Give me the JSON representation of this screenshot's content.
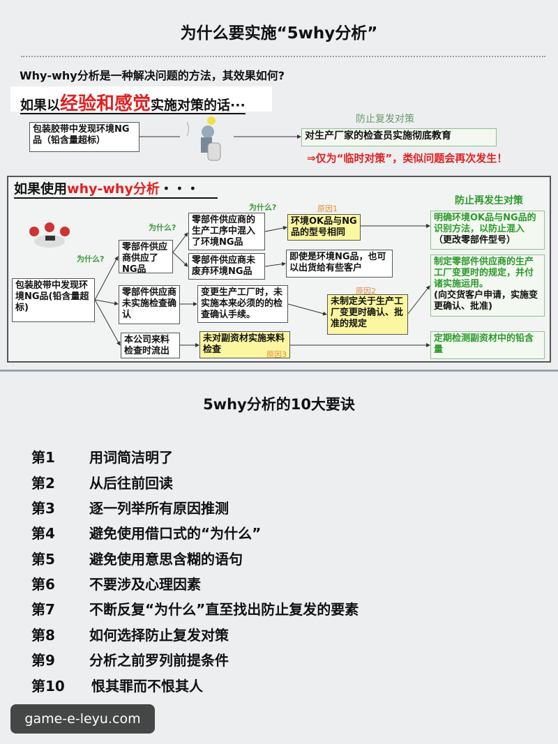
{
  "top": {
    "title": "为什么要实施“5why分析”",
    "question": "Why-why分析是一种解决问题的方法，其效果如何?",
    "exp_prefix": "如果以",
    "exp_red": "经验和感觉",
    "exp_suffix": "实施对策的话···",
    "problem": "包装胶带中发现环境NG品（铅含量超标）",
    "measure_label": "防止复发对策",
    "measure": "对生产厂家的检查员实施彻底教育",
    "warning": "⇒仅为“临时对策”，类似问题会再次发生！"
  },
  "panel": {
    "title_prefix": "如果使用",
    "title_red": "why-why分析",
    "title_suffix": "・・・",
    "why": "为什么?",
    "root": "包装胶带中发现环境NG品(铅含量超标)",
    "l1": [
      "零部件供应商供应了NG品",
      "零部件供应商未实施检查确认",
      "本公司来料检查时流出"
    ],
    "l2": [
      "零部件供应商的生产工序中混入了环境NG品",
      "零部件供应商未废弃环境NG品",
      "变更生产工厂时，未实施本来必须的的检查确认手续。",
      "未对副资材实施来料检查"
    ],
    "l3": [
      "环境OK品与NG品的型号相同",
      "即使是环境NG品，也可以出货给有些客户",
      "未制定关于生产工厂变更时确认、批准的规定"
    ],
    "causes": [
      "原因1",
      "原因2",
      "原因3"
    ],
    "measures_title": "防止再发生对策",
    "m1": "明确环境OK品与NG品的识别方法，以防止混入",
    "m1b": "（更改零部件型号）",
    "m2": "制定零部件供应商的生产工厂变更时的规定，并付诸实施运用。",
    "m2b": "(向交货客户申请，实施变更确认、批准)",
    "m3": "定期检测副资材中的铅含量"
  },
  "tips": {
    "title": "5why分析的10大要诀",
    "items": [
      {
        "n": "第1",
        "t": "用词简洁明了"
      },
      {
        "n": "第2",
        "t": "从后往前回读"
      },
      {
        "n": "第3",
        "t": "逐一列举所有原因推测"
      },
      {
        "n": "第4",
        "t": "避免使用借口式的“为什么”"
      },
      {
        "n": "第5",
        "t": "避免使用意思含糊的语句"
      },
      {
        "n": "第6",
        "t": "不要涉及心理因素"
      },
      {
        "n": "第7",
        "t": "不断反复“为什么”直至找出防止复发的要素"
      },
      {
        "n": "第8",
        "t": "如何选择防止复发对策"
      },
      {
        "n": "第9",
        "t": "分析之前罗列前提条件"
      },
      {
        "n": "第10",
        "t": "恨其罪而不恨其人"
      }
    ]
  },
  "watermark": "game-e-leyu.com"
}
